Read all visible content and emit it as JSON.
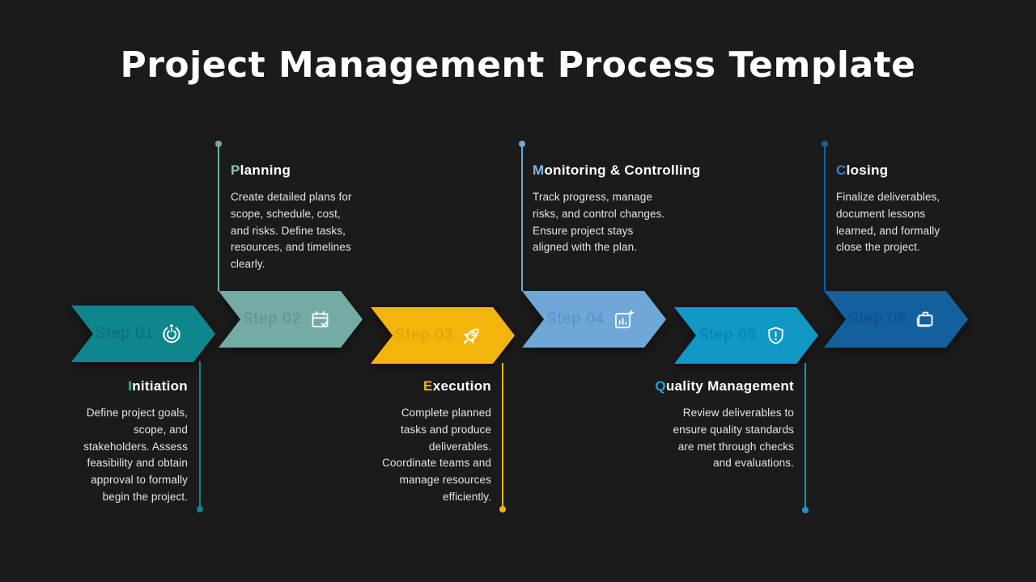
{
  "slide": {
    "title": "Project Management Process Template",
    "background_color": "#1B1B1B",
    "title_color": "#FFFFFF"
  },
  "steps": [
    {
      "label": "Step 01",
      "icon": "power-icon",
      "title": "Initiation",
      "title_initial": "I",
      "title_rest": "nitiation",
      "description": "Define project goals, scope, and stakeholders. Assess feasibility and obtain approval to formally begin the project.",
      "color": "#0E868E",
      "label_color": "#0B6E77",
      "accent_color": "#2BB3BD",
      "text_position": "below"
    },
    {
      "label": "Step 02",
      "icon": "calendar-check-icon",
      "title": "Planning",
      "title_initial": "P",
      "title_rest": "lanning",
      "description": "Create detailed plans for scope, schedule, cost, and risks. Define tasks, resources, and timelines clearly.",
      "color": "#73ABA5",
      "label_color": "#5C958F",
      "accent_color": "#8FC3BD",
      "text_position": "above"
    },
    {
      "label": "Step 03",
      "icon": "rocket-icon",
      "title": "Execution",
      "title_initial": "E",
      "title_rest": "xecution",
      "description": "Complete planned tasks and produce deliverables. Coordinate teams and manage resources efficiently.",
      "color": "#F5B40C",
      "label_color": "#DA9F0B",
      "accent_color": "#F5B40C",
      "text_position": "below"
    },
    {
      "label": "Step 04",
      "icon": "bar-chart-plus-icon",
      "title": "Monitoring & Controlling",
      "title_initial": "M",
      "title_rest": "onitoring & Controlling",
      "description": "Track progress, manage risks, and control changes. Ensure project stays aligned with the plan.",
      "color": "#6FA7D9",
      "label_color": "#5590C7",
      "accent_color": "#87B6E2",
      "text_position": "above"
    },
    {
      "label": "Step 05",
      "icon": "shield-alert-icon",
      "title": "Quality Management",
      "title_initial": "Q",
      "title_rest": "uality Management",
      "description": "Review deliverables to ensure quality standards are met through checks and evaluations.",
      "color": "#1099C7",
      "label_color": "#0C7FA9",
      "accent_color": "#17A7D8",
      "text_position": "below"
    },
    {
      "label": "Step 06",
      "icon": "briefcase-icon",
      "title": "Closing",
      "title_initial": "C",
      "title_rest": "losing",
      "description": "Finalize deliverables, document lessons learned, and formally close the project.",
      "color": "#14609E",
      "label_color": "#0F4E85",
      "accent_color": "#2F83C9",
      "text_position": "above"
    }
  ]
}
